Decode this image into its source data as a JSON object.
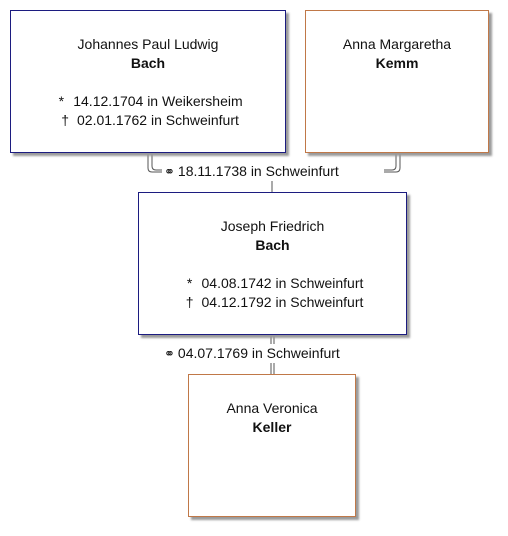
{
  "father": {
    "given": "Johannes Paul Ludwig",
    "surname": "Bach",
    "birth_symbol": "*",
    "birth": "14.12.1704 in Weikersheim",
    "death_symbol": "†",
    "death": "02.01.1762 in Schweinfurt"
  },
  "mother": {
    "given": "Anna Margaretha",
    "surname": "Kemm"
  },
  "parents_marriage": {
    "symbol": "⚭",
    "text": "18.11.1738 in Schweinfurt"
  },
  "subject": {
    "given": "Joseph Friedrich",
    "surname": "Bach",
    "birth_symbol": "*",
    "birth": "04.08.1742 in Schweinfurt",
    "death_symbol": "†",
    "death": "04.12.1792 in Schweinfurt"
  },
  "marriage": {
    "symbol": "⚭",
    "text": "04.07.1769 in Schweinfurt"
  },
  "spouse": {
    "given": "Anna Veronica",
    "surname": "Keller"
  },
  "colors": {
    "male_border": "#1c1c80",
    "female_border": "#c07848",
    "line": "#555555"
  }
}
